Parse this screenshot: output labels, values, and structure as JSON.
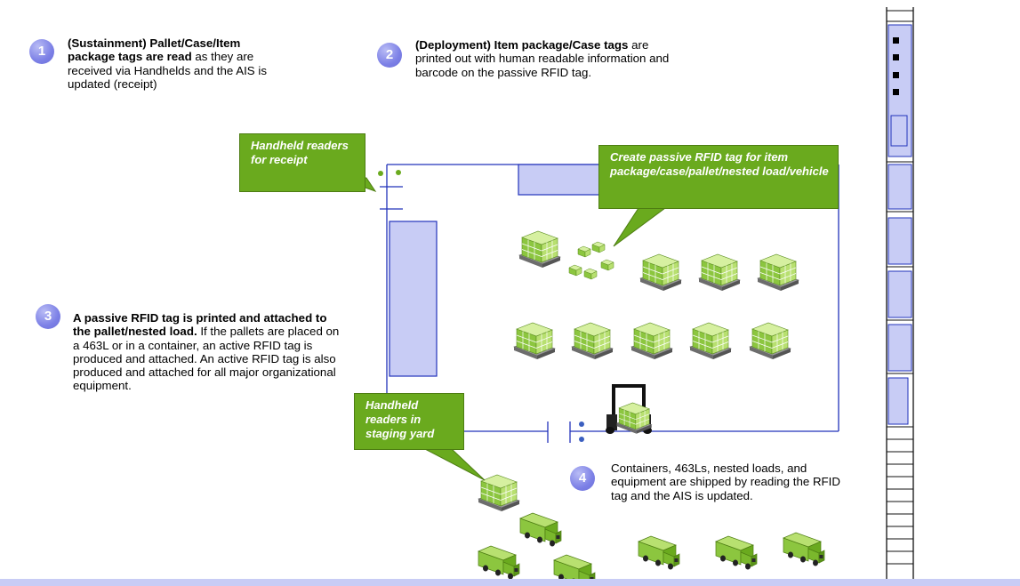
{
  "steps": [
    {
      "num": "1",
      "bold": "(Sustainment) Pallet/Case/Item package tags are read",
      "text": " as they are received via Handhelds and the AIS is updated (receipt)"
    },
    {
      "num": "2",
      "bold": "(Deployment) Item package/Case tags",
      "text": " are printed out with human readable information and barcode on the passive RFID tag."
    },
    {
      "num": "3",
      "bold": "A passive RFID tag is printed and attached to the pallet/nested load.",
      "text": " If the pallets are placed on a 463L or in a container, an active RFID tag is produced and attached.  An active RFID tag is also produced and attached for all major organizational equipment."
    },
    {
      "num": "4",
      "bold": "",
      "text": "Containers, 463Ls, nested loads, and equipment are shipped by reading the RFID tag and the AIS is updated."
    }
  ],
  "callouts": {
    "handheld_receipt": "Handheld readers for receipt",
    "create_tag": "Create passive RFID tag for item package/case/pallet/nested load/vehicle",
    "handheld_staging": "Handheld readers in staging yard"
  },
  "colors": {
    "accent_green": "#6aaa1e",
    "building_blue": "#2233bb",
    "panel_fill": "#c8ccf5",
    "step_circle": "#7c80e6"
  },
  "icons": [
    "pallet-icon",
    "box-icon",
    "truck-icon",
    "forklift-icon",
    "rfid-reader-icon"
  ]
}
